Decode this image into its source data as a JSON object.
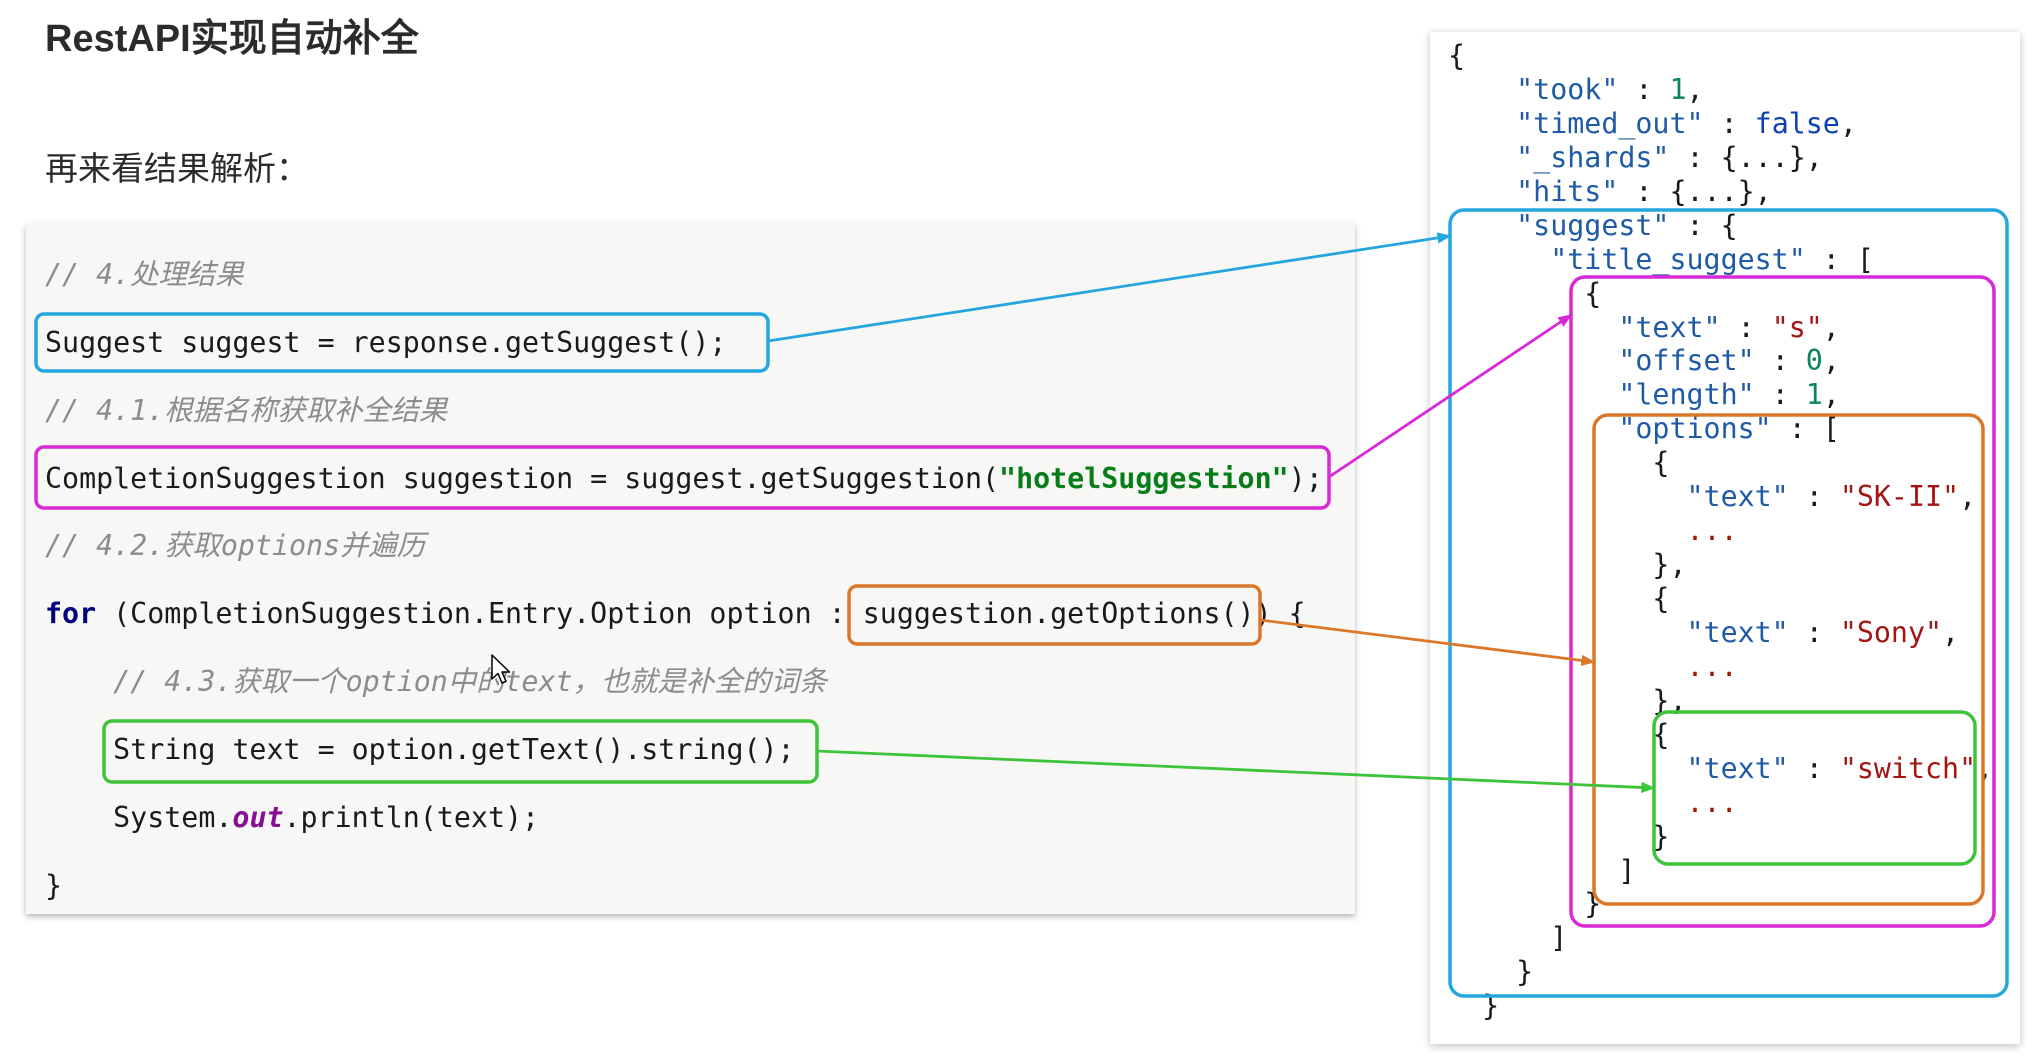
{
  "title": "RestAPI实现自动补全",
  "subtitle": "再来看结果解析：",
  "icons": {
    "cursor": "mouse-pointer-icon"
  },
  "colors": {
    "title_text": "#2b2b2b",
    "code_comment": "#8c8c8c",
    "code_keyword": "#000080",
    "code_string": "#067d17",
    "code_static_field": "#871094",
    "json_key": "#1f5aa6",
    "json_number": "#098658",
    "json_boolean": "#0d3fb8",
    "json_string": "#a31515",
    "highlight_blue": "#25a6de",
    "highlight_magenta": "#d928d6",
    "highlight_orange": "#d9782a",
    "highlight_green": "#3ec43a"
  },
  "code": {
    "lines": [
      [
        "// 4.处理结果"
      ],
      [
        "Suggest suggest = response.getSuggest();"
      ],
      [
        "// 4.1.根据名称获取补全结果"
      ],
      [
        "CompletionSuggestion suggestion = suggest.getSuggestion(",
        "\"hotelSuggestion\"",
        ");"
      ],
      [
        "// 4.2.获取options并遍历"
      ],
      [
        "for",
        " (CompletionSuggestion.Entry.Option option : ",
        "suggestion.getOptions()",
        ") {"
      ],
      [
        "// 4.3.获取一个option中的text，也就是补全的词条"
      ],
      [
        "String text = option.getText().string();"
      ],
      [
        "System.",
        "out",
        ".println(text);"
      ],
      [
        "}"
      ]
    ]
  },
  "response_json": {
    "lines": [
      [
        "{"
      ],
      [
        "\"took\"",
        " : ",
        "1",
        ","
      ],
      [
        "\"timed_out\"",
        " : ",
        "false",
        ","
      ],
      [
        "\"_shards\"",
        " : {...},"
      ],
      [
        "\"hits\"",
        " : {...},"
      ],
      [
        "\"suggest\"",
        " : {"
      ],
      [
        "\"title_suggest\"",
        " : ["
      ],
      [
        "{"
      ],
      [
        "\"text\"",
        " : ",
        "\"s\"",
        ","
      ],
      [
        "\"offset\"",
        " : ",
        "0",
        ","
      ],
      [
        "\"length\"",
        " : ",
        "1",
        ","
      ],
      [
        "\"options\"",
        " : ["
      ],
      [
        "{"
      ],
      [
        "\"text\"",
        " : ",
        "\"SK-II\"",
        ","
      ],
      [
        "..."
      ],
      [
        "},"
      ],
      [
        "{"
      ],
      [
        "\"text\"",
        " : ",
        "\"Sony\"",
        ","
      ],
      [
        "..."
      ],
      [
        "},"
      ],
      [
        "{"
      ],
      [
        "\"text\"",
        " : ",
        "\"switch\"",
        ","
      ],
      [
        "..."
      ],
      [
        "}"
      ],
      [
        "]"
      ],
      [
        "}"
      ],
      [
        "]"
      ],
      [
        "}"
      ],
      [
        "}"
      ]
    ]
  }
}
